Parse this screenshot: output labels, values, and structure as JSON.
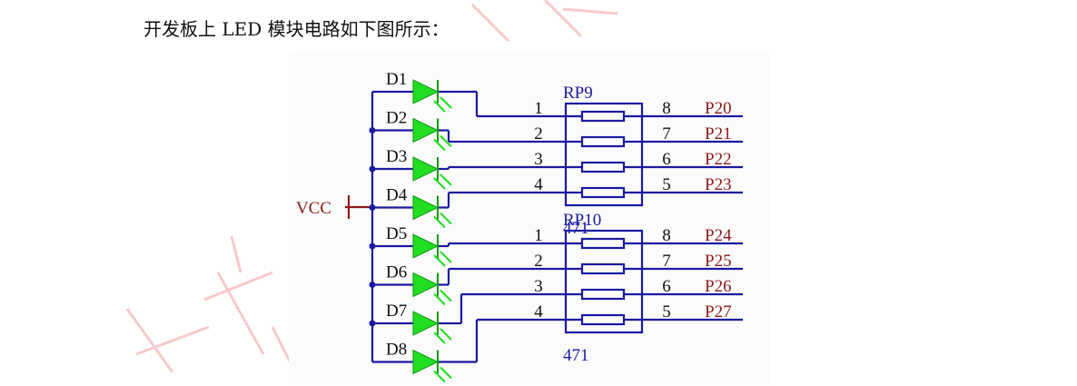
{
  "intro_text": "开发板上 LED 模块电路如下图所示：",
  "colors": {
    "wire": "#1a1aa0",
    "led_fill": "#22dd22",
    "net_label": "#8b1a1a",
    "text": "#111111",
    "watermark": "#f2a0a0"
  },
  "schematic": {
    "vcc_label": "VCC",
    "leds": [
      "D1",
      "D2",
      "D3",
      "D4",
      "D5",
      "D6",
      "D7",
      "D8"
    ],
    "resistor_packs": [
      {
        "name": "RP9",
        "value": "471",
        "left_pins": [
          "1",
          "2",
          "3",
          "4"
        ],
        "right_pins": [
          "8",
          "7",
          "6",
          "5"
        ],
        "nets": [
          "P20",
          "P21",
          "P22",
          "P23"
        ]
      },
      {
        "name": "RP10",
        "value": "471",
        "left_pins": [
          "1",
          "2",
          "3",
          "4"
        ],
        "right_pins": [
          "8",
          "7",
          "6",
          "5"
        ],
        "nets": [
          "P24",
          "P25",
          "P26",
          "P27"
        ]
      }
    ]
  }
}
